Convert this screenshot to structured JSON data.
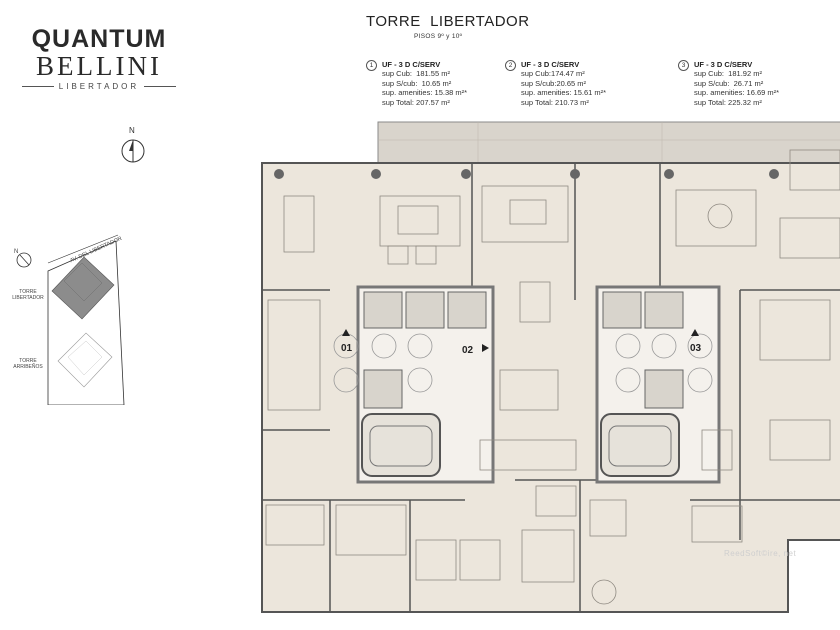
{
  "logo": {
    "brand_line1": "QUANTUM",
    "brand_line2": "BELLINI",
    "location": "LIBERTADOR"
  },
  "header": {
    "title": "TORRE  LIBERTADOR",
    "subtitle": "PISOS 9º  y  10º"
  },
  "units": [
    {
      "number": "1",
      "type": "UF - 3 D C/SERV",
      "sup_cub": "sup Cub:  181.55 m²",
      "sup_scub": "sup S/cub:  10.65 m²",
      "sup_amenities": "sup. amenities: 15.38 m²*",
      "sup_total": "sup Total: 207.57 m²"
    },
    {
      "number": "2",
      "type": "UF - 3 D C/SERV",
      "sup_cub": "sup Cub:174.47 m²",
      "sup_scub": "sup S/cub:20.65 m²",
      "sup_amenities": "sup. amenities: 15.61 m²*",
      "sup_total": "sup Total: 210.73 m²"
    },
    {
      "number": "3",
      "type": "UF - 3 D C/SERV",
      "sup_cub": "sup Cub:  181.92 m²",
      "sup_scub": "sup S/cub:  26.71 m²",
      "sup_amenities": "sup. amenities: 16.69 m²*",
      "sup_total": "sup Total: 225.32 m²"
    }
  ],
  "compass": {
    "north_label": "N"
  },
  "site_plan": {
    "street": "AV. DEL LIBERTADOR",
    "north_label": "N",
    "tower_1": "TORRE LIBERTADOR",
    "tower_2": "TORRE ARRIBEÑOS"
  },
  "plan_markers": [
    {
      "label": "01"
    },
    {
      "label": "02"
    },
    {
      "label": "03"
    }
  ],
  "watermark": "ReedSoft©ire, net",
  "colors": {
    "floor": "#ece6dc",
    "terrace": "#d9d4cc",
    "wall": "#555555",
    "core": "#8a8a8a",
    "furniture": "#8f8a82"
  }
}
